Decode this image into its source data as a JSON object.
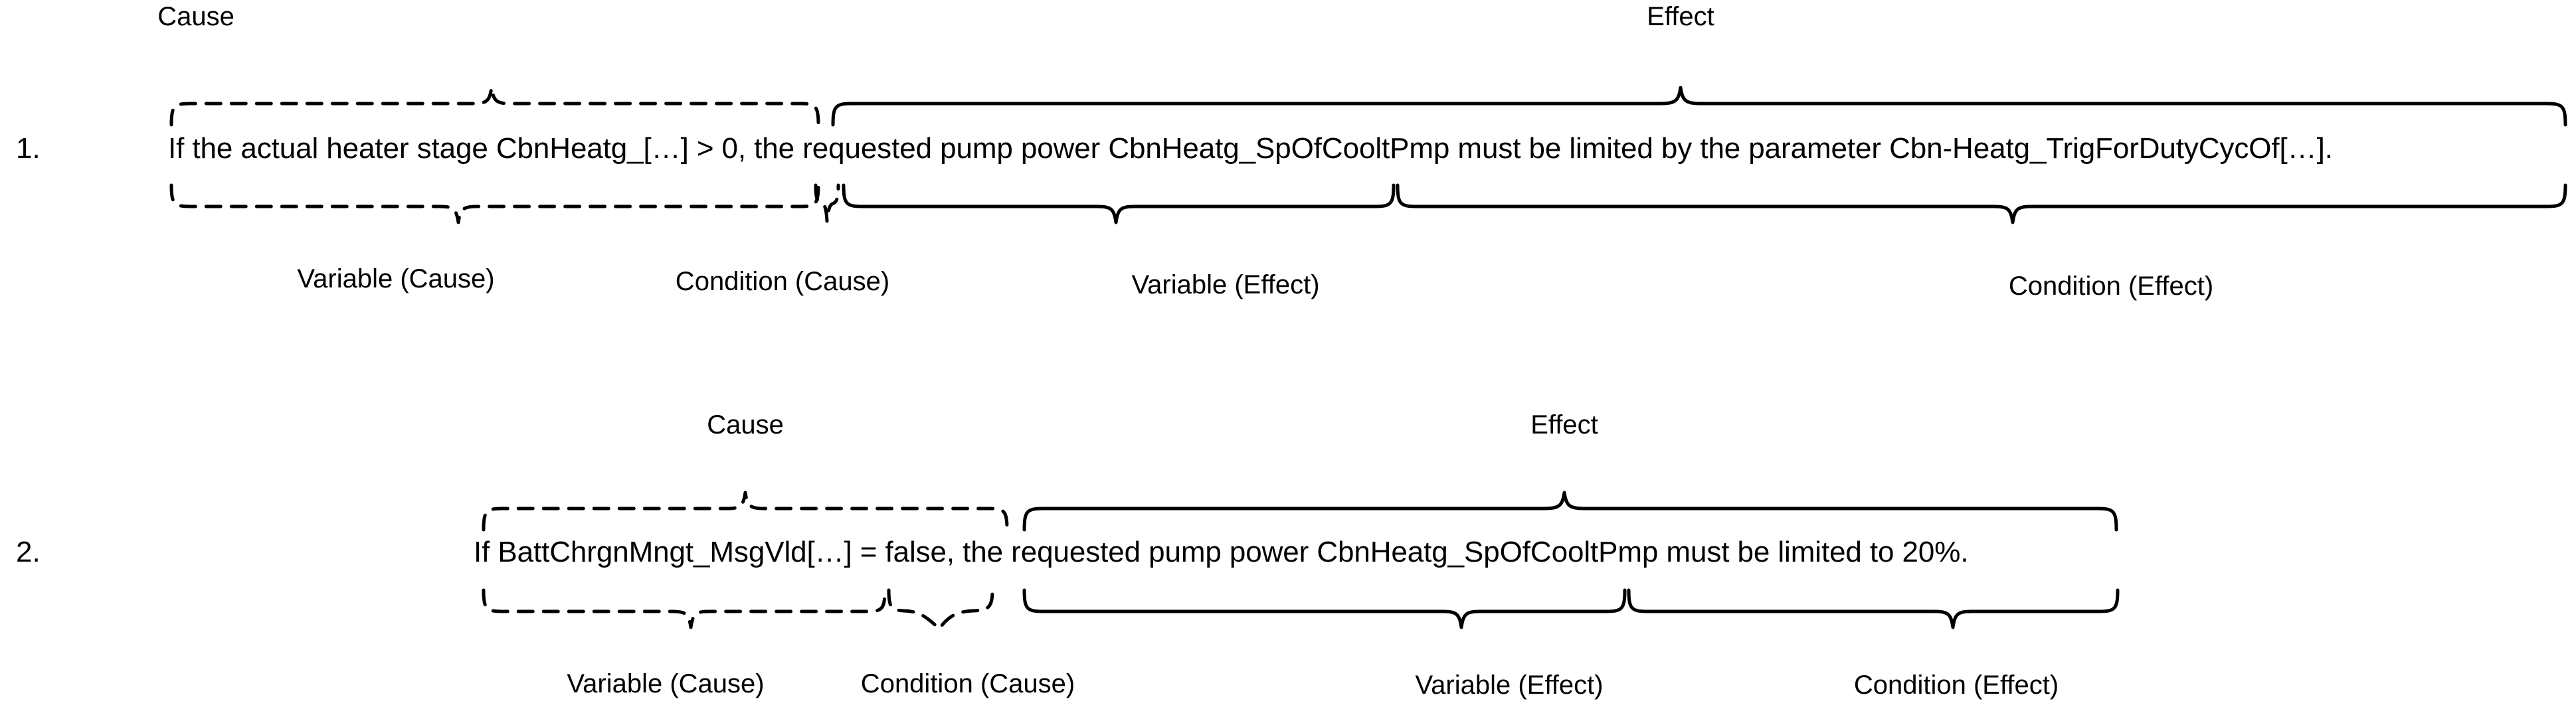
{
  "document": {
    "background_color": "#ffffff",
    "ink_color": "#000000",
    "annotation_scheme": {
      "cause_style": "dashed-brace",
      "effect_style": "solid-brace"
    }
  },
  "rows": [
    {
      "number": "1.",
      "sentence": "If the actual heater stage CbnHeatg_[…] > 0, the requested pump power CbnHeatg_SpOfCooltPmp must be limited by the parameter  Cbn-Heatg_TrigForDutyCycOf[…].",
      "segments": {
        "cause_text": "If the actual heater stage CbnHeatg_[…] > 0,",
        "effect_text": "the requested pump power CbnHeatg_SpOfCooltPmp must be limited by the parameter  Cbn-Heatg_TrigForDutyCycOf[…].",
        "variable_cause_text": "the actual heater stage CbnHeatg_[…]",
        "condition_cause_text": "> 0,",
        "variable_effect_text": "the requested pump power CbnHeatg_SpOfCooltPmp",
        "condition_effect_text": "must be limited by the parameter Cbn-Heatg_TrigForDutyCycOf[…]."
      },
      "top_labels": [
        {
          "text": "Cause",
          "kind": "cause"
        },
        {
          "text": "Effect",
          "kind": "effect"
        }
      ],
      "bottom_labels": [
        {
          "text": "Variable (Cause)",
          "kind": "cause"
        },
        {
          "text": "Condition (Cause)",
          "kind": "cause"
        },
        {
          "text": "Variable (Effect)",
          "kind": "effect"
        },
        {
          "text": "Condition (Effect)",
          "kind": "effect"
        }
      ]
    },
    {
      "number": "2.",
      "sentence": "If BattChrgnMngt_MsgVld[…] = false, the requested pump power CbnHeatg_SpOfCooltPmp must be limited to 20%.",
      "segments": {
        "cause_text": "If BattChrgnMngt_MsgVld[…] = false,",
        "effect_text": "the requested pump power CbnHeatg_SpOfCooltPmp must be limited to 20%.",
        "variable_cause_text": "BattChrgnMngt_MsgVld[…]",
        "condition_cause_text": "= false,",
        "variable_effect_text": "the requested pump power CbnHeatg_SpOfCooltPmp",
        "condition_effect_text": "must be limited to 20%."
      },
      "top_labels": [
        {
          "text": "Cause",
          "kind": "cause"
        },
        {
          "text": "Effect",
          "kind": "effect"
        }
      ],
      "bottom_labels": [
        {
          "text": "Variable (Cause)",
          "kind": "cause"
        },
        {
          "text": "Condition (Cause)",
          "kind": "cause"
        },
        {
          "text": "Variable (Effect)",
          "kind": "effect"
        },
        {
          "text": "Condition (Effect)",
          "kind": "effect"
        }
      ]
    }
  ]
}
